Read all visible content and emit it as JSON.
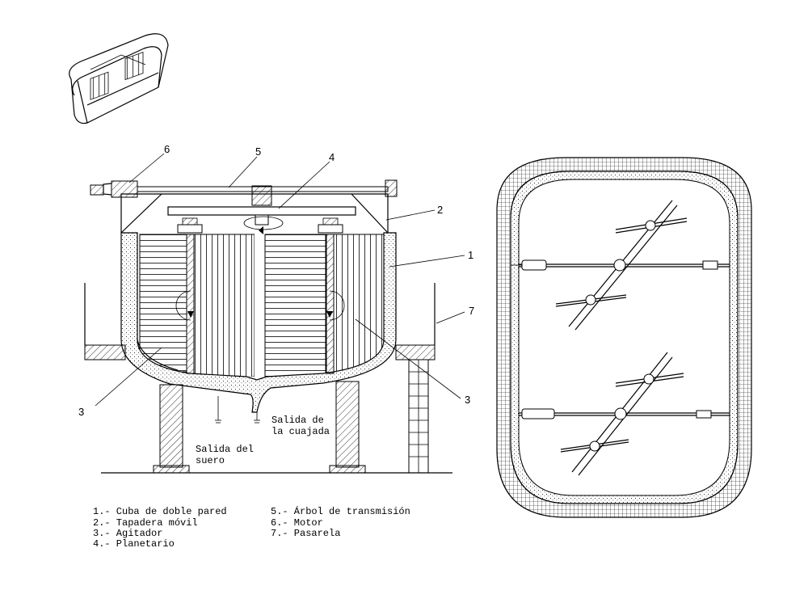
{
  "callouts": {
    "c1": "1",
    "c2": "2",
    "c3a": "3",
    "c3b": "3",
    "c4": "4",
    "c5": "5",
    "c6": "6",
    "c7": "7"
  },
  "annotations": {
    "curd_outlet_line1": "Salida de",
    "curd_outlet_line2": "la cuajada",
    "whey_outlet_line1": "Salida del",
    "whey_outlet_line2": "suero"
  },
  "legend": {
    "col1": [
      "1.- Cuba de doble pared",
      "2.- Tapadera móvil",
      "3.- Agitador",
      "4.- Planetario"
    ],
    "col2": [
      "5.- Árbol de transmisión",
      "6.- Motor",
      "7.- Pasarela"
    ]
  }
}
